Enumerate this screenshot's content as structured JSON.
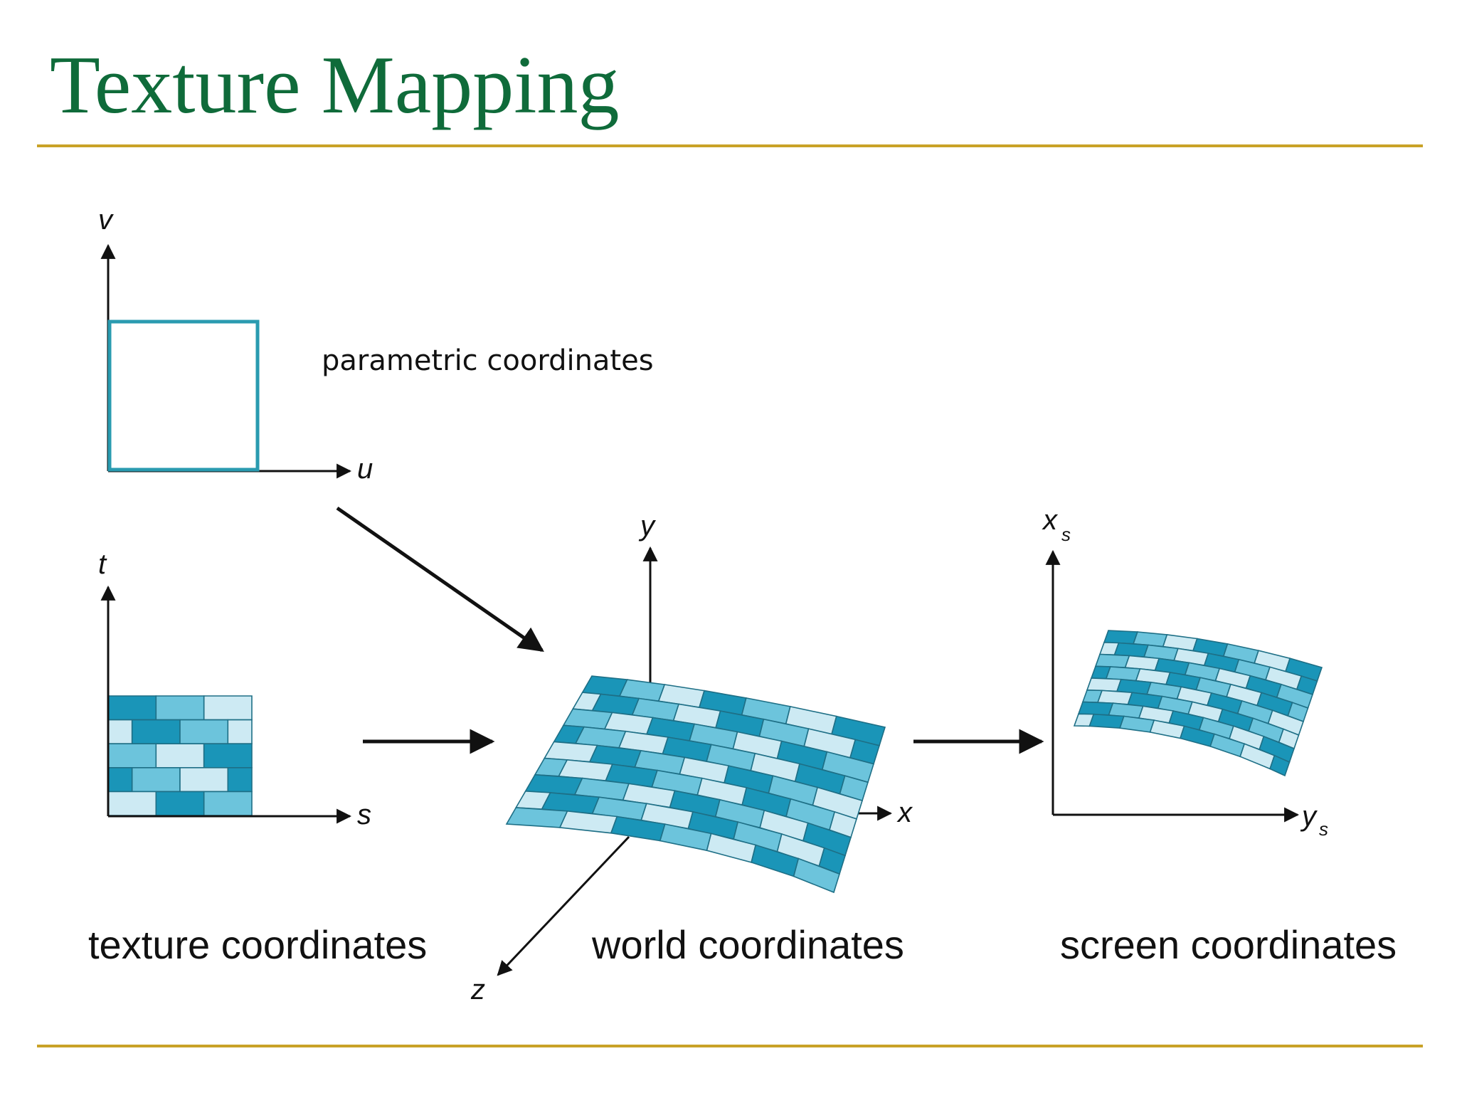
{
  "slide": {
    "title": "Texture Mapping",
    "accent_color": "#c9a227",
    "title_color": "#0f6b3a"
  },
  "captions": {
    "parametric": "parametric coordinates",
    "texture": "texture coordinates",
    "world": "world coordinates",
    "screen": "screen coordinates"
  },
  "axes": {
    "parametric": {
      "vertical": "v",
      "horizontal": "u"
    },
    "texture": {
      "vertical": "t",
      "horizontal": "s"
    },
    "world": {
      "vertical": "y",
      "horizontal": "x",
      "depth": "z"
    },
    "screen": {
      "vertical": "x",
      "vertical_sub": "s",
      "horizontal": "y",
      "horizontal_sub": "s"
    }
  },
  "palette": {
    "dark": "#1a95b8",
    "mid": "#6cc4dc",
    "light": "#cdeaf3",
    "outline": "#1e6f86"
  }
}
